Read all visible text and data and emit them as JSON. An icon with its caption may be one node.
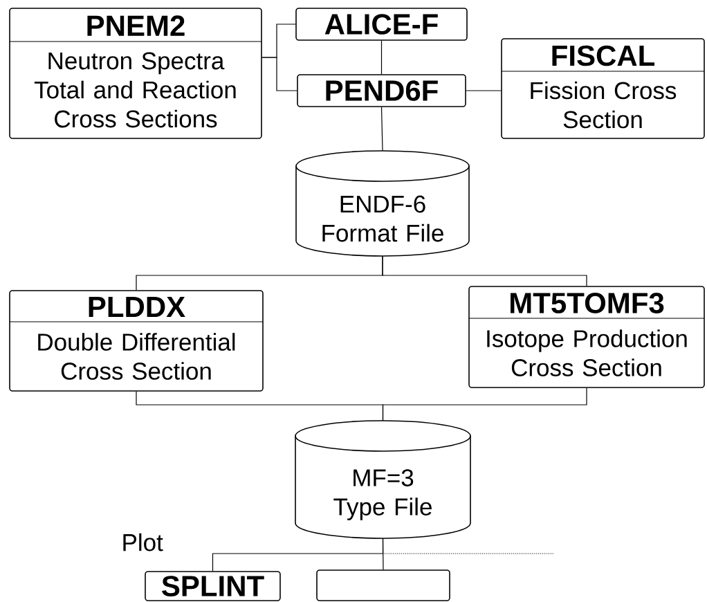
{
  "diagram": {
    "nodes": [
      {
        "text": [
          "PNEM2",
          "Neutron Spectra Total and Reaction Cross Sections"
        ]
      },
      {
        "text": [
          "ALICE-F"
        ]
      },
      {
        "text": [
          "PEND6F"
        ]
      },
      {
        "text": [
          "FISCAL",
          "Fission Cross Section"
        ]
      },
      {
        "text": [
          "ENDF-6 Format File"
        ]
      },
      {
        "text": [
          "PLDDX",
          "Double Differential Cross Section"
        ]
      },
      {
        "text": [
          "MT5TOMF3",
          "Isotope Production Cross Section"
        ]
      },
      {
        "text": [
          "MF=3 Type File"
        ]
      },
      {
        "text": [
          "SPLINT"
        ],
        "beside": [
          "Plot"
        ]
      },
      {
        "text": [],
        "shape": "box"
      }
    ],
    "edges": [
      {
        "from": 0,
        "to": 1,
        "arrow": "none"
      },
      {
        "from": 0,
        "to": 2,
        "arrow": "none"
      },
      {
        "from": 1,
        "to": 2,
        "arrow": "none"
      },
      {
        "from": 2,
        "to": 3,
        "arrow": "none"
      },
      {
        "from": 2,
        "to": 4,
        "arrow": "none"
      },
      {
        "from": 4,
        "to": 5,
        "arrow": "none"
      },
      {
        "from": 4,
        "to": 6,
        "arrow": "none"
      },
      {
        "from": 5,
        "to": 7,
        "arrow": "none"
      },
      {
        "from": 6,
        "to": 7,
        "arrow": "none"
      },
      {
        "from": 7,
        "to": 8,
        "arrow": "none"
      },
      {
        "from": 7,
        "to": 9,
        "arrow": "none"
      },
      {
        "from": 7,
        "to": null,
        "arrow": "none",
        "style": "dashed"
      }
    ]
  }
}
